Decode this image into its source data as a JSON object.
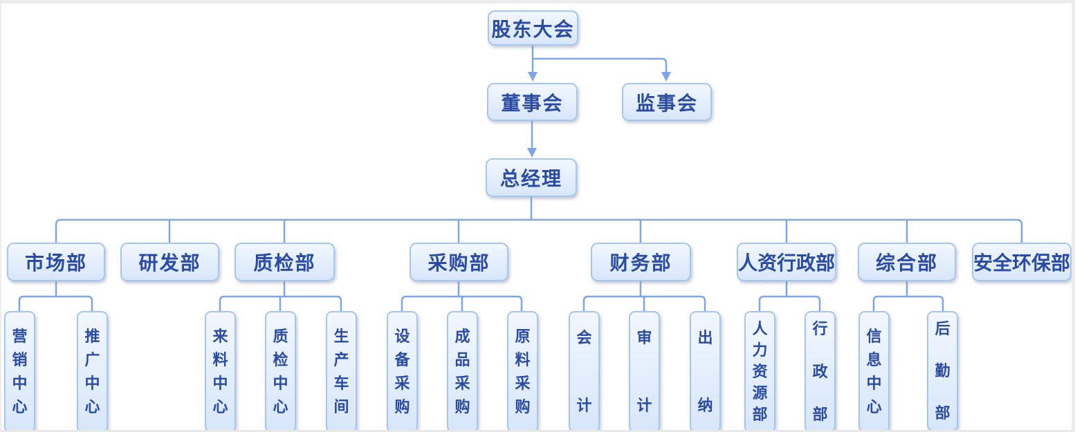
{
  "org": {
    "root": {
      "label": "股东大会"
    },
    "level2": [
      {
        "label": "董事会"
      },
      {
        "label": "监事会"
      }
    ],
    "gm": {
      "label": "总经理"
    },
    "departments": [
      {
        "label": "市场部",
        "children": [
          "营销中心",
          "推广中心"
        ]
      },
      {
        "label": "研发部",
        "children": []
      },
      {
        "label": "质检部",
        "children": [
          "来料中心",
          "质检中心",
          "生产车间"
        ]
      },
      {
        "label": "采购部",
        "children": [
          "设备采购",
          "成品采购",
          "原料采购"
        ]
      },
      {
        "label": "财务部",
        "children": [
          "会计",
          "审计",
          "出纳"
        ]
      },
      {
        "label": "人资行政部",
        "children": [
          "人力资源部",
          "行政部"
        ]
      },
      {
        "label": "综合部",
        "children": [
          "信息中心",
          "后勤部"
        ]
      },
      {
        "label": "安全环保部",
        "children": []
      }
    ]
  },
  "colors": {
    "node_border": "#a6c6f1",
    "node_fill_top": "#f2f7fe",
    "node_fill_bottom": "#d7e6fa",
    "node_text": "#2b4aa3",
    "connector": "#7da6e9",
    "frame": "#ececec",
    "background": "#ffffff"
  }
}
